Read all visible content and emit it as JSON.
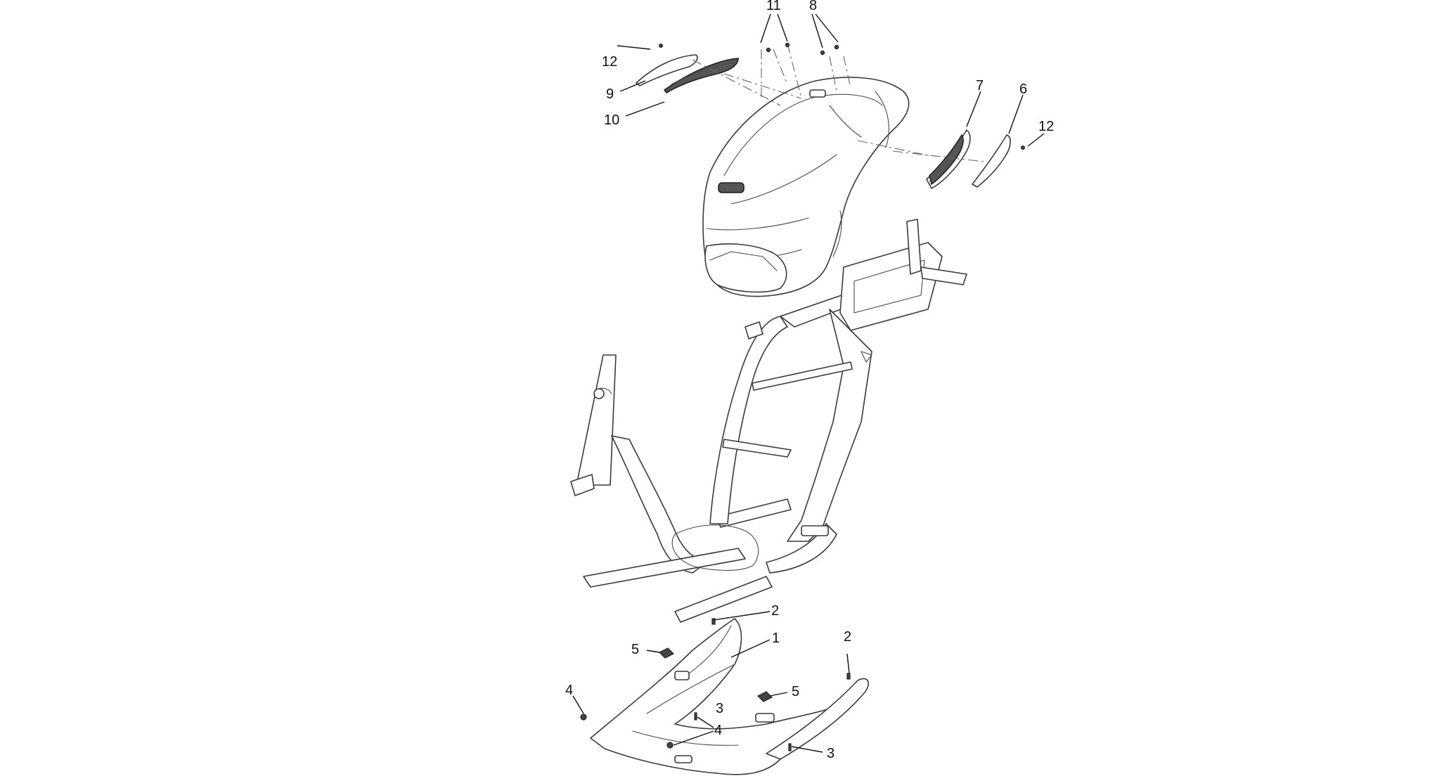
{
  "callouts": {
    "c1": "1",
    "c2a": "2",
    "c2b": "2",
    "c3a": "3",
    "c3b": "3",
    "c4a": "4",
    "c4b": "4",
    "c5a": "5",
    "c5b": "5",
    "c6": "6",
    "c7": "7",
    "c8": "8",
    "c9": "9",
    "c10": "10",
    "c11": "11",
    "c12a": "12",
    "c12b": "12"
  }
}
